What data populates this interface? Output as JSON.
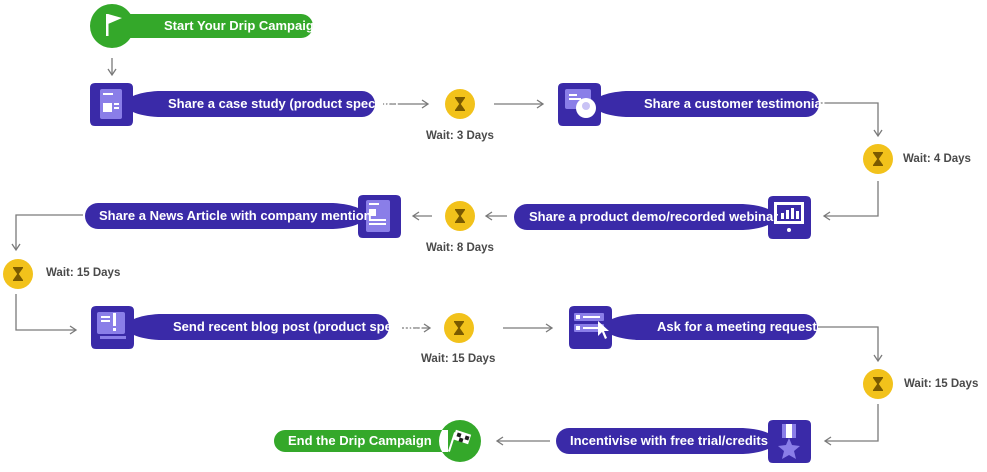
{
  "start": {
    "label": "Start Your Drip Campaign",
    "icon": "flag-icon"
  },
  "end": {
    "label": "End the Drip Campaign",
    "icon": "checkered-flag-icon"
  },
  "steps": [
    {
      "label": "Share a case study (product specific)",
      "icon": "document-icon"
    },
    {
      "label": "Share a customer testimonial",
      "icon": "testimonial-icon"
    },
    {
      "label": "Share a product demo/recorded webinar",
      "icon": "presentation-icon"
    },
    {
      "label": "Share a News Article with company mention",
      "icon": "news-article-icon"
    },
    {
      "label": "Send recent blog post (product specific)",
      "icon": "blog-post-icon"
    },
    {
      "label": "Ask for a meeting request",
      "icon": "meeting-request-icon"
    },
    {
      "label": "Incentivise with free trial/credits",
      "icon": "award-badge-icon"
    }
  ],
  "waits": [
    {
      "label": "Wait: 3 Days",
      "icon": "hourglass-icon"
    },
    {
      "label": "Wait: 4 Days",
      "icon": "hourglass-icon"
    },
    {
      "label": "Wait: 8 Days",
      "icon": "hourglass-icon"
    },
    {
      "label": "Wait: 15 Days",
      "icon": "hourglass-icon"
    },
    {
      "label": "Wait: 15 Days",
      "icon": "hourglass-icon"
    },
    {
      "label": "Wait: 15 Days",
      "icon": "hourglass-icon"
    }
  ],
  "colors": {
    "step": "#3a2aa8",
    "step_dark": "#2b1f8c",
    "start_end": "#34a82a",
    "wait": "#f2c21b",
    "arrow": "#7a7a7a",
    "wait_text": "#4a4a4a"
  }
}
